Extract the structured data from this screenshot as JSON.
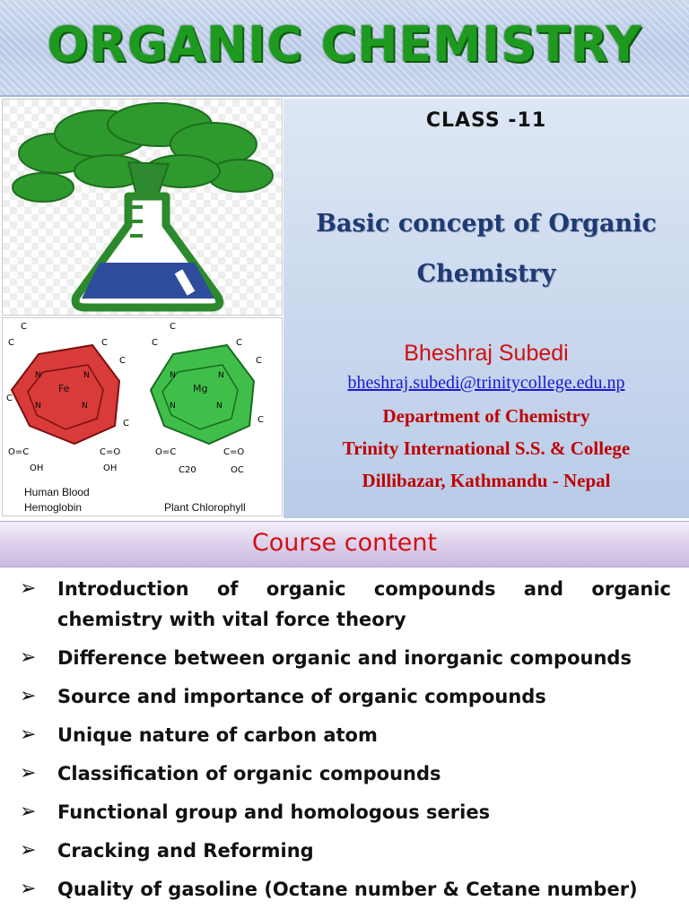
{
  "header": {
    "title": "ORGANIC CHEMISTRY"
  },
  "info": {
    "class_label": "CLASS -11",
    "subtitle_line1": "Basic concept of Organic",
    "subtitle_line2": "Chemistry",
    "author": "Bheshraj Subedi",
    "email": "bheshraj.subedi@trinitycollege.edu.np",
    "department": "Department of Chemistry",
    "institution": "Trinity International S.S. & College",
    "address": "Dillibazar, Kathmandu - Nepal"
  },
  "images": {
    "tree_flask_icon": "tree-flask-icon",
    "hemoglobin_label_line1": "Human Blood",
    "hemoglobin_label_line2": "Hemoglobin",
    "chlorophyll_label": "Plant Chlorophyll",
    "hemoglobin_metal": "Fe",
    "chlorophyll_metal": "Mg",
    "hemoglobin_color": "#d93a3a",
    "chlorophyll_color": "#3fbf4a"
  },
  "course": {
    "title": "Course content",
    "items": [
      "Introduction of organic compounds and organic chemistry with vital force theory",
      "Difference between organic and inorganic compounds",
      "Source and importance of organic compounds",
      "Unique nature of carbon atom",
      "Classification of organic compounds",
      "Functional group and homologous series",
      "Cracking and Reforming",
      "Quality of gasoline (Octane number & Cetane number)"
    ]
  },
  "colors": {
    "title_green": "#1f9a20",
    "author_red": "#d01010",
    "subtitle_navy": "#1f3b73",
    "link_blue": "#1a1ad0"
  }
}
